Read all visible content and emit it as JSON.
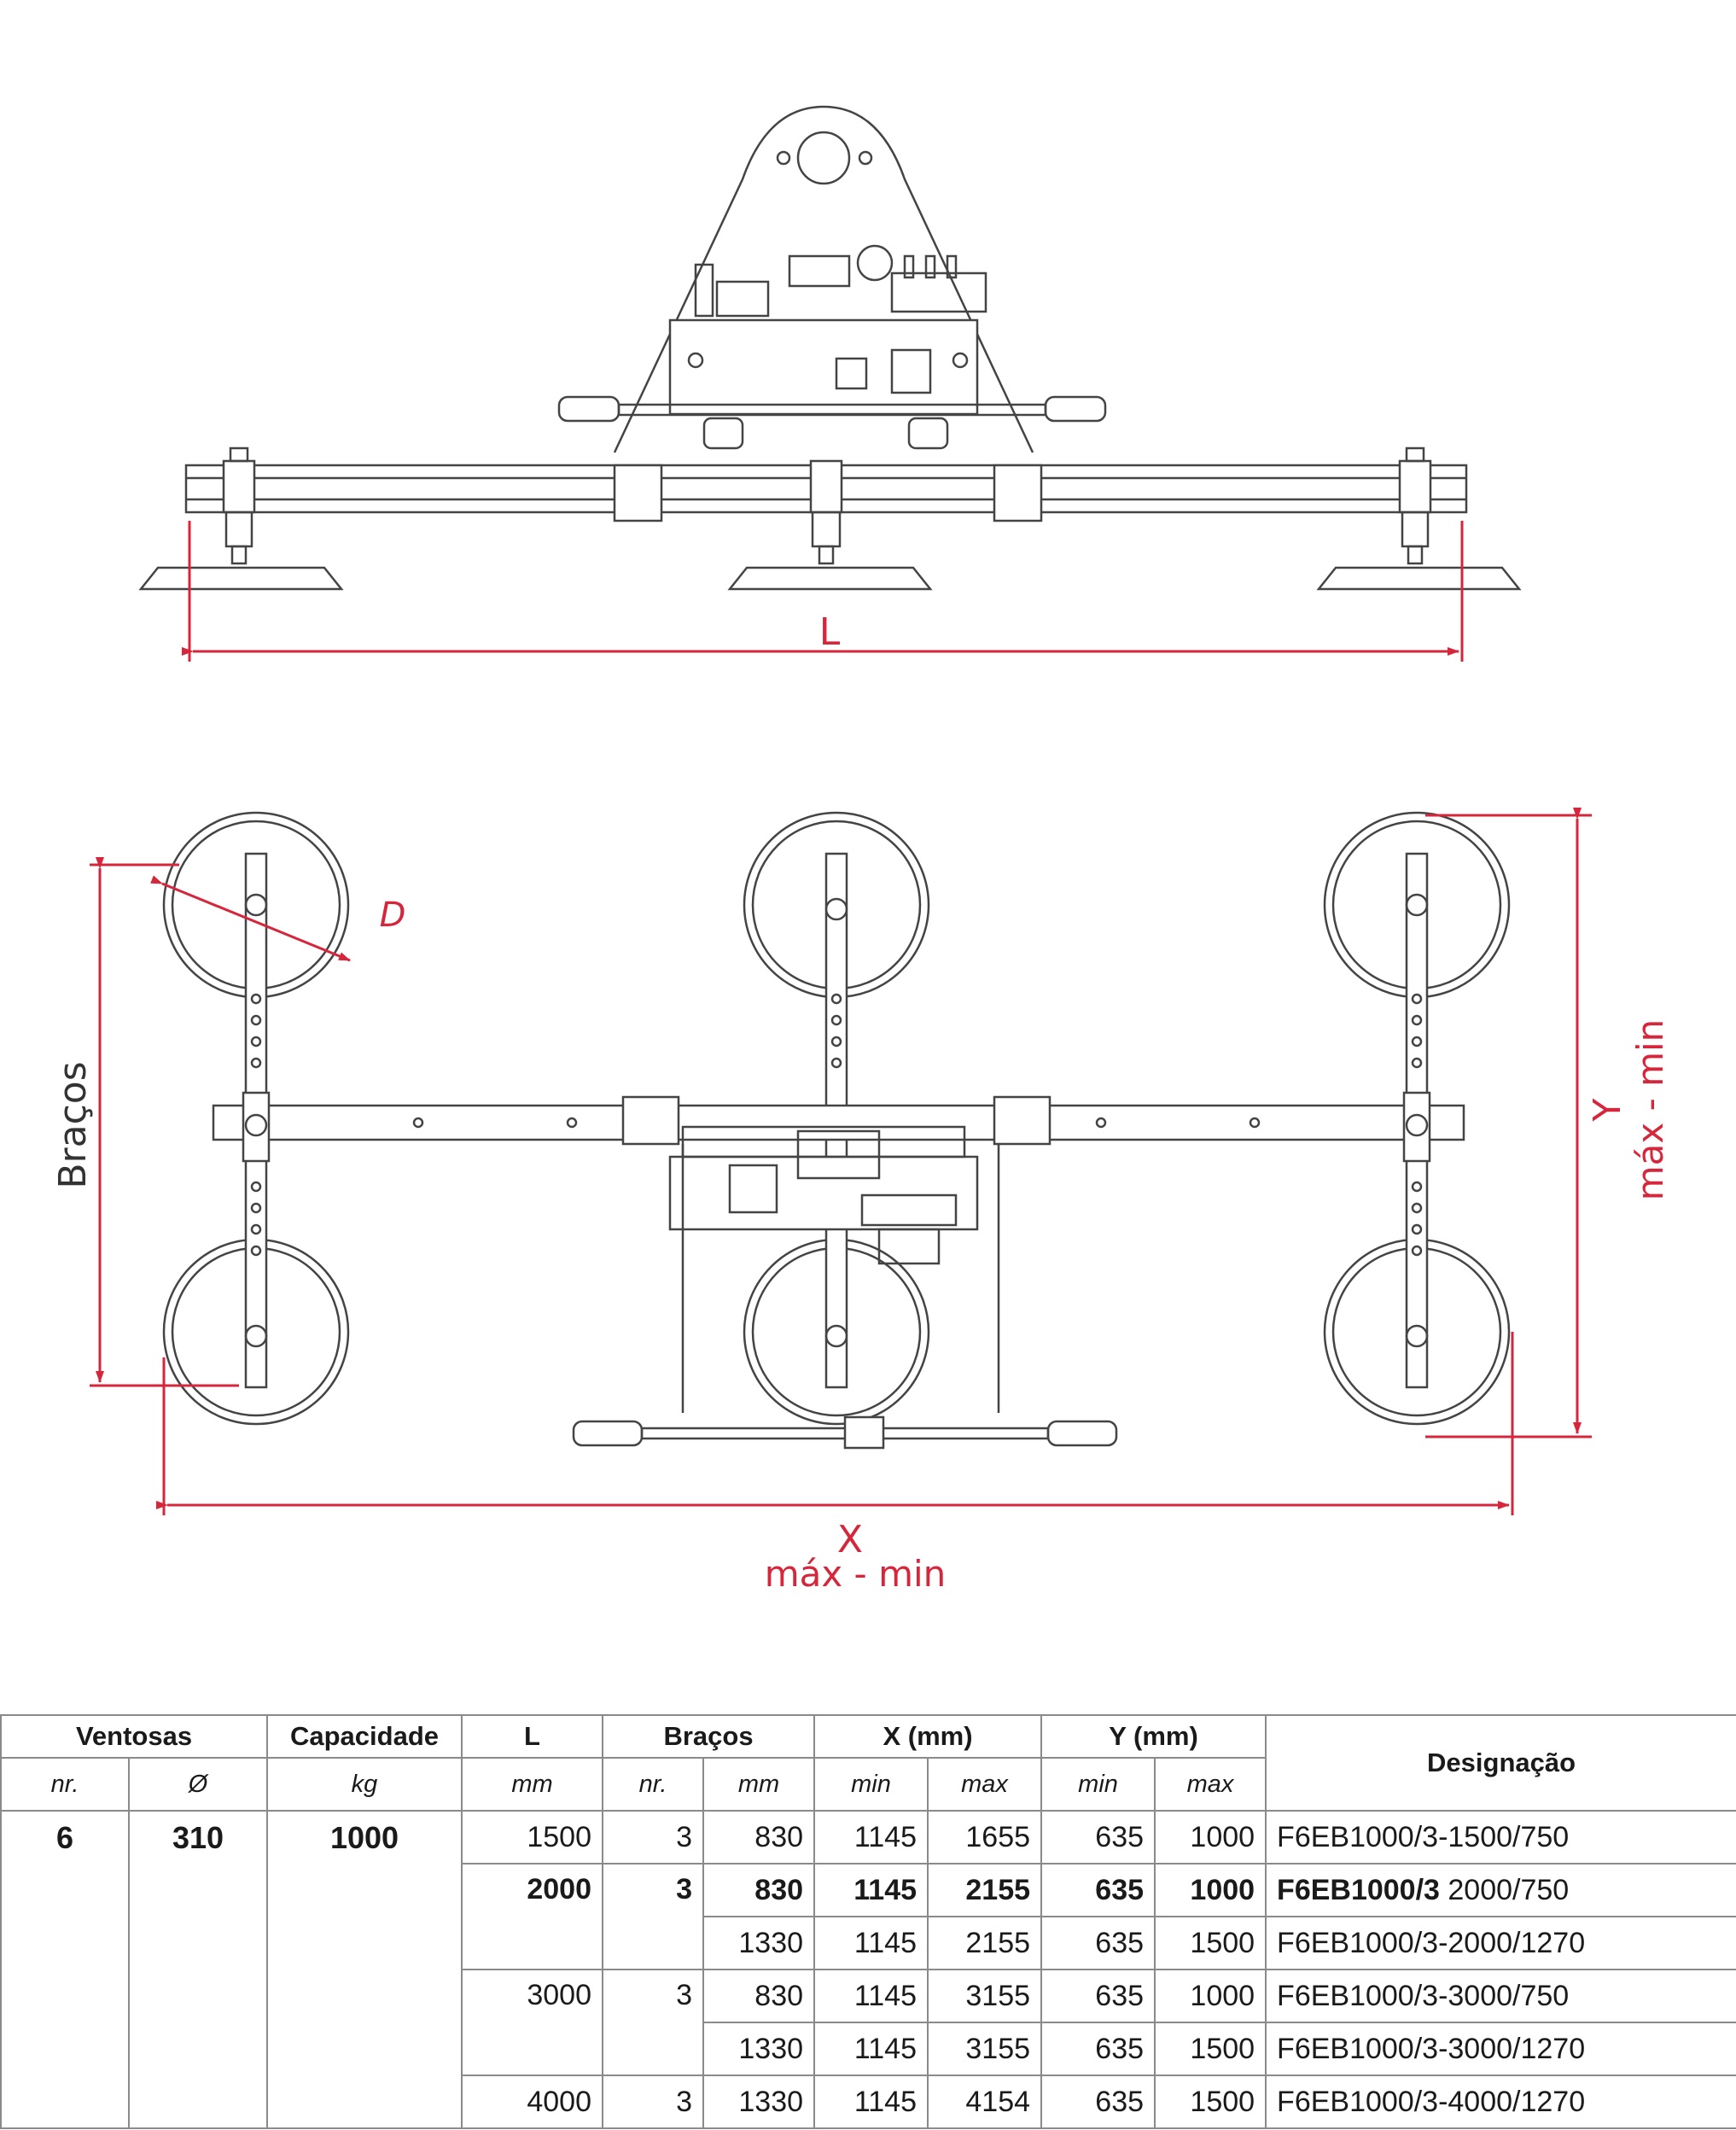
{
  "colors": {
    "dimension": "#d6263b",
    "line": "#444444",
    "table_border": "#8a8a8a"
  },
  "drawing": {
    "label_L": "L",
    "label_D": "D",
    "label_bracos": "Braços",
    "label_X": "X",
    "label_X_range": "máx - min",
    "label_Y": "Y",
    "label_Y_range": "máx - min"
  },
  "table": {
    "headers": {
      "ventosas": "Ventosas",
      "capacidade": "Capacidade",
      "L": "L",
      "bracos": "Braços",
      "x": "X (mm)",
      "y": "Y (mm)",
      "designacao": "Designação"
    },
    "units": {
      "nr": "nr.",
      "diam": "Ø",
      "kg": "kg",
      "mm_L": "mm",
      "nr_bracos": "nr.",
      "mm_bracos": "mm",
      "x_min": "min",
      "x_max": "max",
      "y_min": "min",
      "y_max": "max"
    },
    "fixed": {
      "ventosas_nr": "6",
      "diametro": "310",
      "capacidade": "1000"
    },
    "rows": [
      {
        "L": "1500",
        "bracos_nr": "3",
        "bracos_mm": "830",
        "x_min": "1145",
        "x_max": "1655",
        "y_min": "635",
        "y_max": "1000",
        "designacao": "F6EB1000/3-1500/750"
      },
      {
        "L": "2000",
        "bracos_nr": "3",
        "bracos_mm": "830",
        "x_min": "1145",
        "x_max": "2155",
        "y_min": "635",
        "y_max": "1000",
        "designacao_bold": "F6EB1000/3",
        "designacao_rest": " 2000/750"
      },
      {
        "L": "",
        "bracos_nr": "",
        "bracos_mm": "1330",
        "x_min": "1145",
        "x_max": "2155",
        "y_min": "635",
        "y_max": "1500",
        "designacao": "F6EB1000/3-2000/1270"
      },
      {
        "L": "3000",
        "bracos_nr": "3",
        "bracos_mm": "830",
        "x_min": "1145",
        "x_max": "3155",
        "y_min": "635",
        "y_max": "1000",
        "designacao": "F6EB1000/3-3000/750"
      },
      {
        "L": "",
        "bracos_nr": "",
        "bracos_mm": "1330",
        "x_min": "1145",
        "x_max": "3155",
        "y_min": "635",
        "y_max": "1500",
        "designacao": "F6EB1000/3-3000/1270"
      },
      {
        "L": "4000",
        "bracos_nr": "3",
        "bracos_mm": "1330",
        "x_min": "1145",
        "x_max": "4154",
        "y_min": "635",
        "y_max": "1500",
        "designacao": "F6EB1000/3-4000/1270"
      }
    ]
  }
}
